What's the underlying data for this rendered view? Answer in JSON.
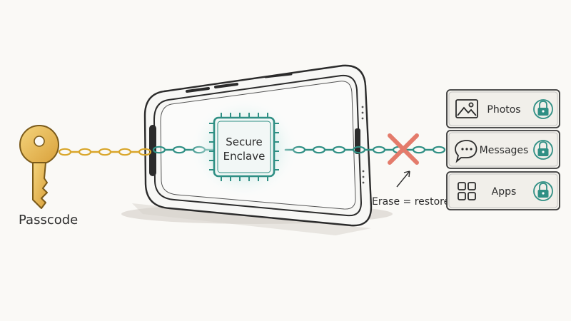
{
  "key_label": "Passcode",
  "chip": {
    "line1": "Secure",
    "line2": "Enclave"
  },
  "erase_label": "Erase = restore",
  "apps": [
    {
      "label": "Photos",
      "icon": "photo-icon"
    },
    {
      "label": "Messages",
      "icon": "chat-bubble-icon"
    },
    {
      "label": "Apps",
      "icon": "app-grid-icon"
    }
  ],
  "colors": {
    "gold": "#d9a62b",
    "teal": "#2f8f84",
    "cross": "#e47b6b",
    "ink": "#2b2b2b",
    "card": "#f1efea"
  }
}
